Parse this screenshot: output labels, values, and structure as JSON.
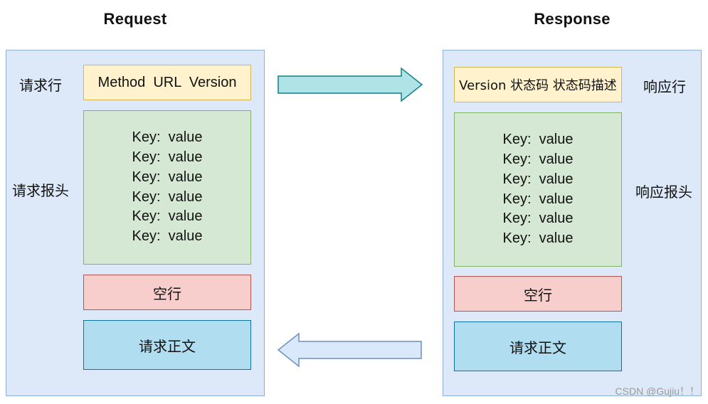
{
  "request": {
    "title": "Request",
    "labels": {
      "line": "请求行",
      "headers": "请求报头"
    },
    "line_text": "Method  URL  Version",
    "headers": [
      "Key:  value",
      "Key:  value",
      "Key:  value",
      "Key:  value",
      "Key:  value",
      "Key:  value"
    ],
    "blank": "空行",
    "body": "请求正文"
  },
  "response": {
    "title": "Response",
    "labels": {
      "line": "响应行",
      "headers": "响应报头"
    },
    "line_text": "Version 状态码 状态码描述",
    "headers": [
      "Key:  value",
      "Key:  value",
      "Key:  value",
      "Key:  value",
      "Key:  value",
      "Key:  value"
    ],
    "blank": "空行",
    "body": "请求正文"
  },
  "watermark": "CSDN @Gujiu！！",
  "colors": {
    "panel": "#dde9f8",
    "line_fill": "#fff2cc",
    "headers_fill": "#d5e8d4",
    "blank_fill": "#f8cecc",
    "body_fill": "#b1ddf0",
    "arrow_right": "#b0e3e6",
    "arrow_left": "#dae8fc"
  }
}
